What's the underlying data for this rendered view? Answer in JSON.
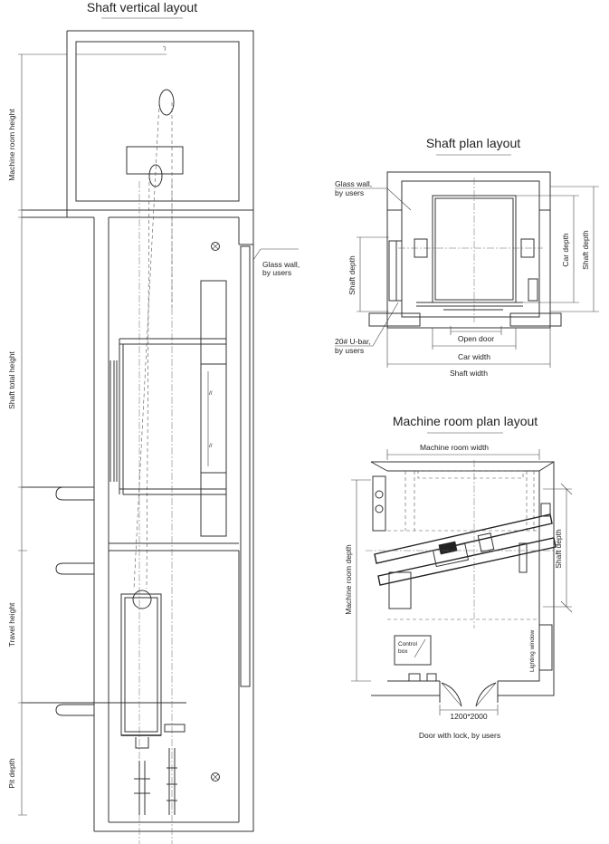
{
  "vertical": {
    "title": "Shaft vertical layout",
    "dims": {
      "machine_room_height": "Machine room height",
      "shaft_total_height": "Shaft total height",
      "travel_height": "Travel height",
      "pit_depth": "Pit depth"
    },
    "glass_wall_1": "Glass wall,",
    "glass_wall_2": "by users"
  },
  "shaft_plan": {
    "title": "Shaft plan layout",
    "glass_wall_1": "Glass wall,",
    "glass_wall_2": "by users",
    "shaft_depth_left": "Shaft depth",
    "car_depth": "Car depth",
    "shaft_depth_right": "Shaft depth",
    "u_bar_1": "20# U-bar,",
    "u_bar_2": "by users",
    "open_door": "Open door",
    "car_width": "Car width",
    "shaft_width": "Shaft width"
  },
  "machine_plan": {
    "title": "Machine room plan layout",
    "machine_room_width": "Machine room width",
    "machine_room_depth": "Machine room depth",
    "shaft_depth": "Shaft depth",
    "control_box_1": "Control",
    "control_box_2": "box",
    "lighting_window": "Lighting window",
    "door_size": "1200*2000",
    "door_note": "Door with lock, by users"
  }
}
